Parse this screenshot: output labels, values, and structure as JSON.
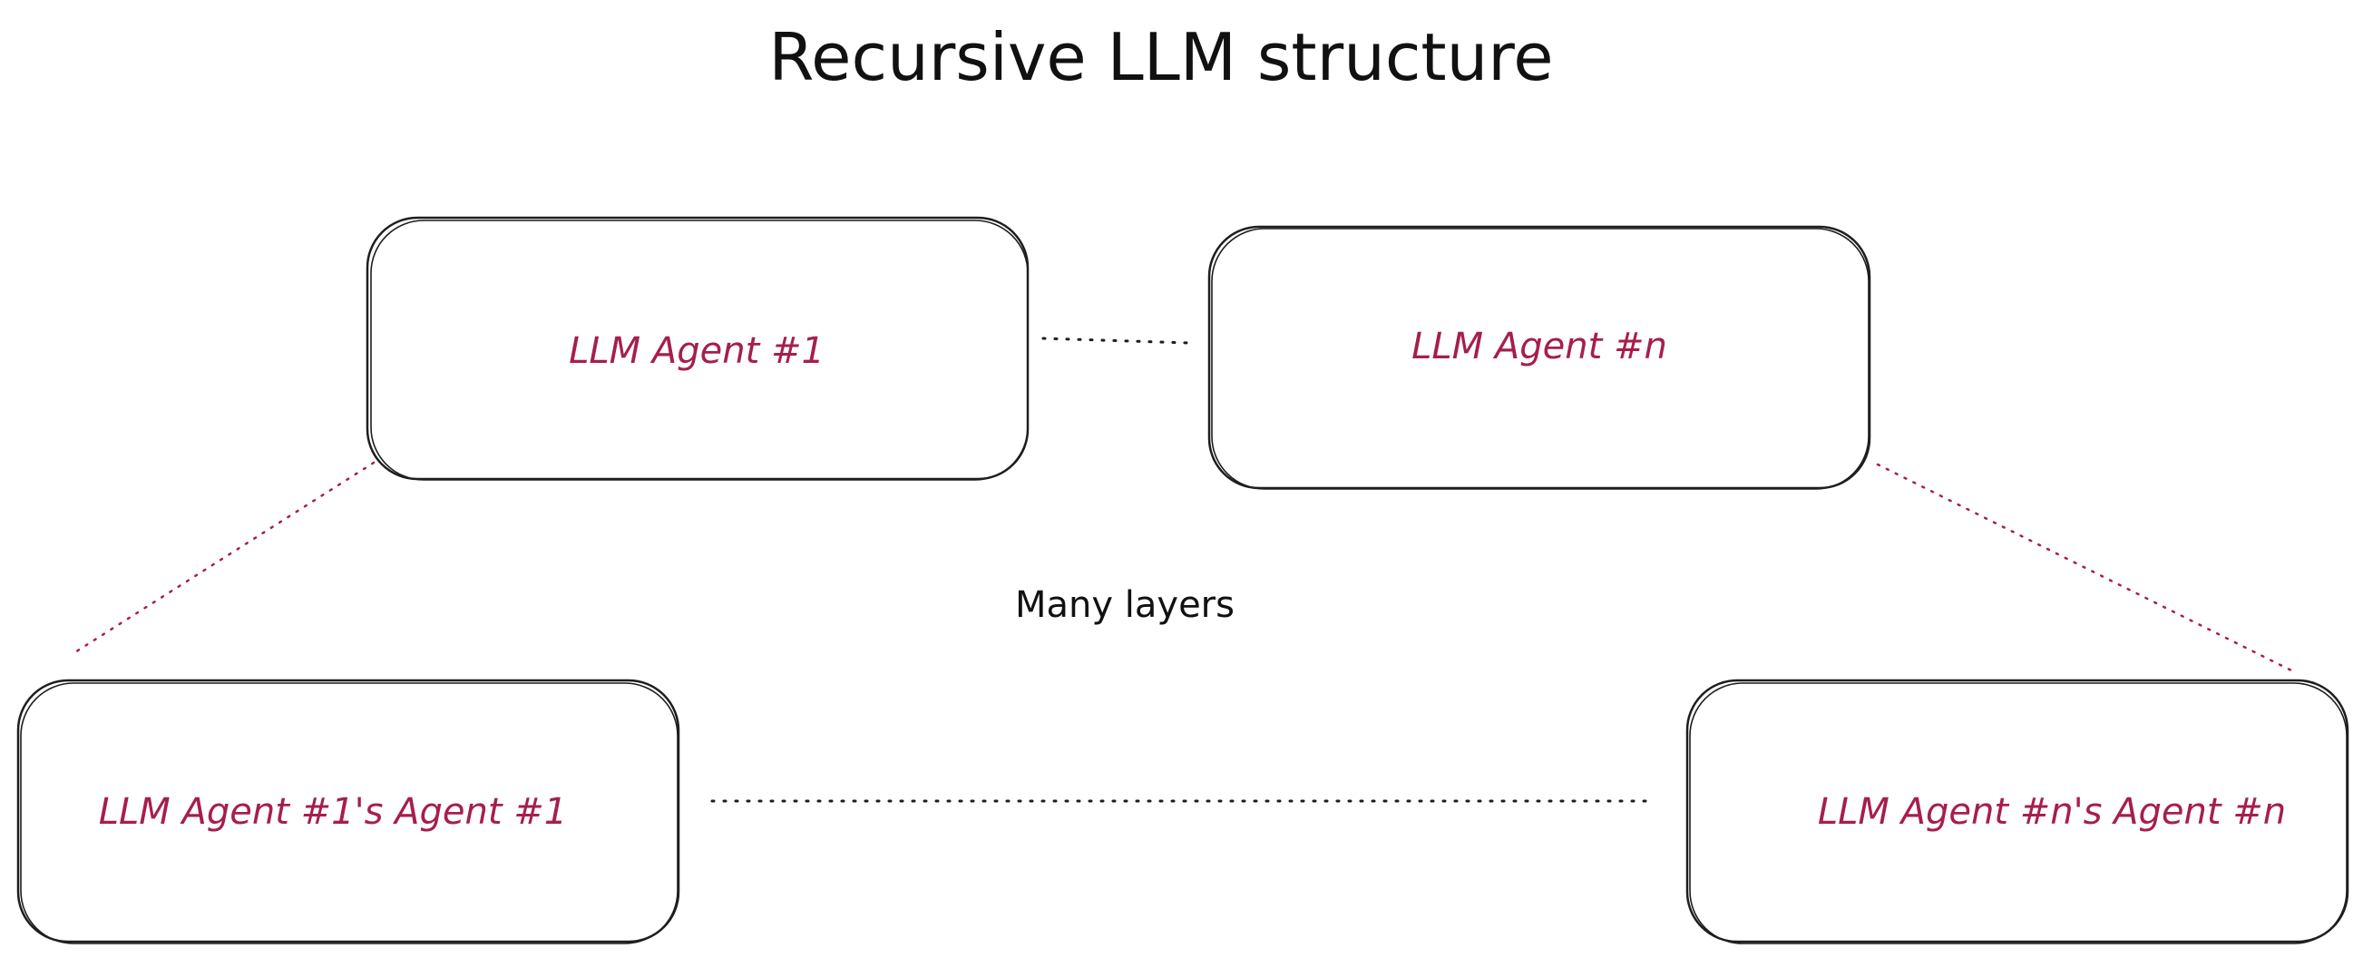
{
  "title": "Recursive LLM structure",
  "nodes": {
    "agent_1": "LLM Agent #1",
    "agent_n": "LLM Agent #n",
    "agent_1_sub_1": "LLM Agent #1's Agent #1",
    "agent_n_sub_n": "LLM Agent #n's Agent #n"
  },
  "middle_note": "Many layers",
  "colors": {
    "label": "#a61e4d",
    "ink": "#1e1e1e",
    "connector_red": "#a61e4d"
  }
}
